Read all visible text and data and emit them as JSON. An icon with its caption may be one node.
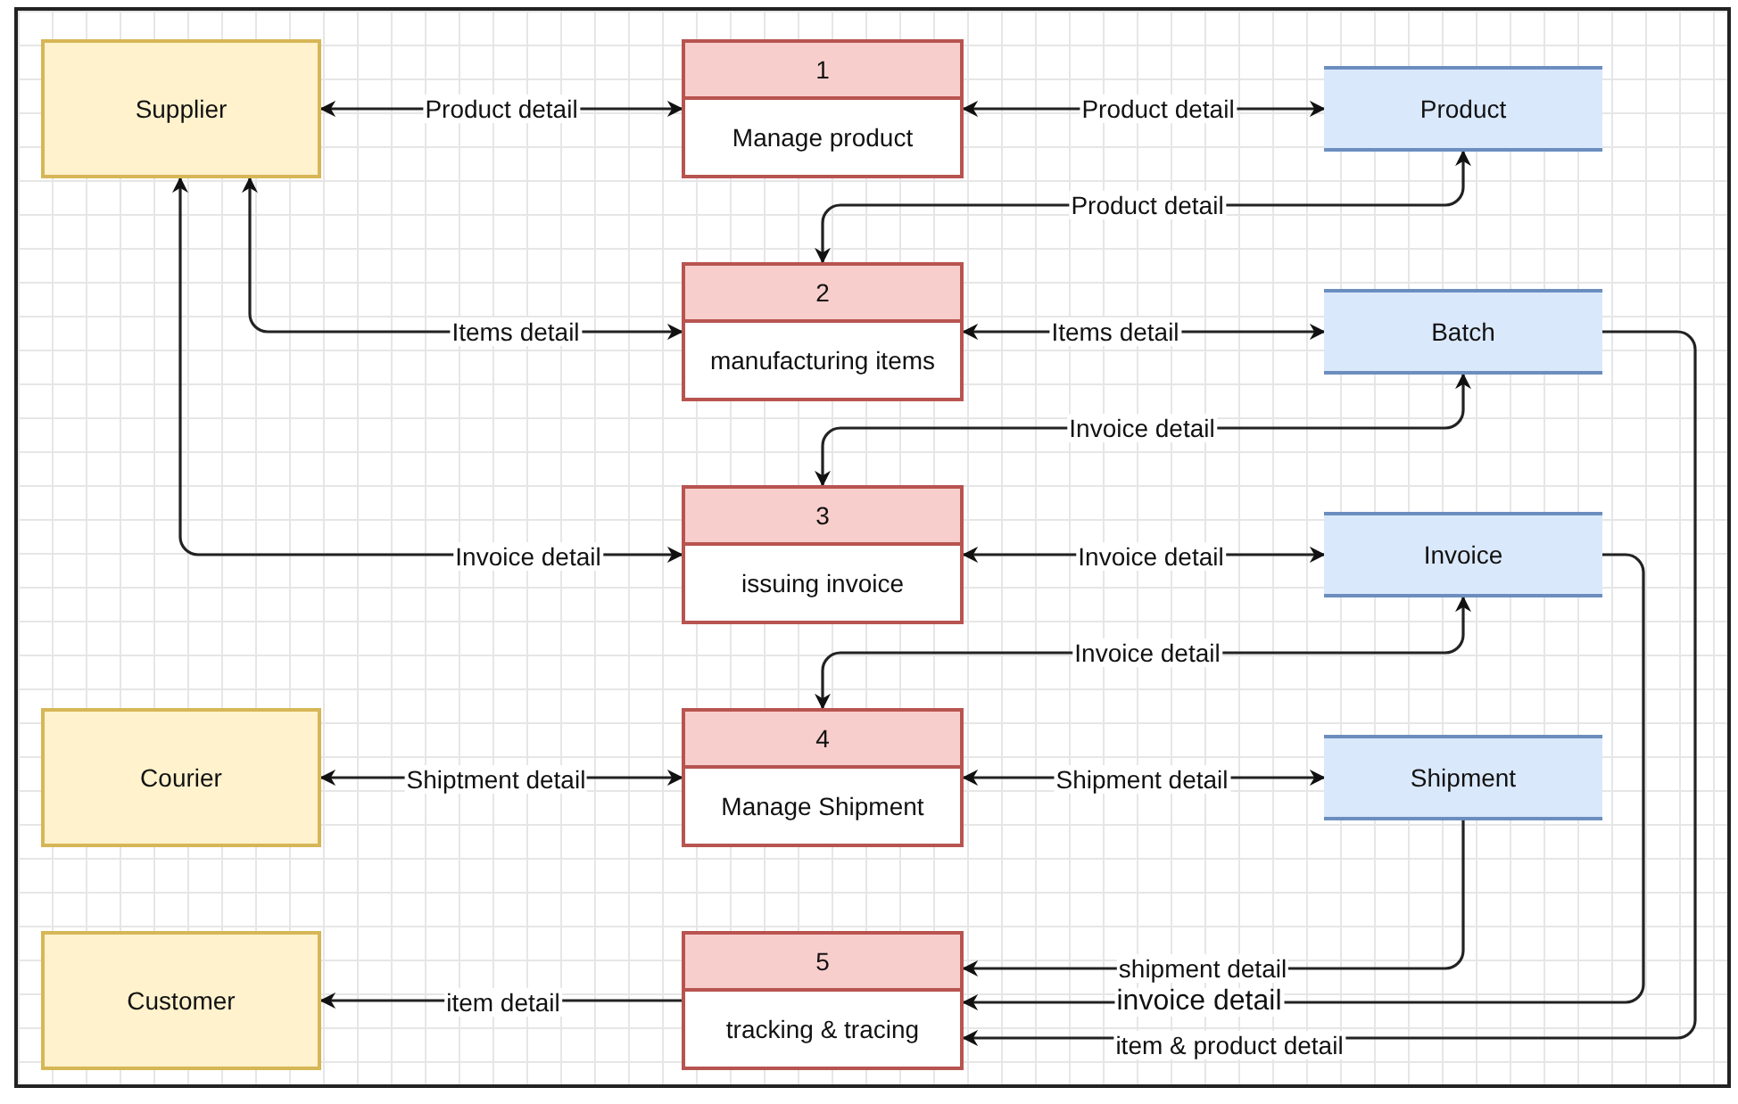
{
  "diagram": {
    "nodes": [
      {
        "text": [
          "Supplier"
        ]
      },
      {
        "text": [
          "1",
          "Manage product"
        ]
      },
      {
        "text": [
          "Product"
        ]
      },
      {
        "text": [
          "2",
          "manufacturing items"
        ]
      },
      {
        "text": [
          "Batch"
        ]
      },
      {
        "text": [
          "3",
          "issuing invoice"
        ]
      },
      {
        "text": [
          "Invoice"
        ]
      },
      {
        "text": [
          "Courier"
        ]
      },
      {
        "text": [
          "4",
          "Manage Shipment"
        ]
      },
      {
        "text": [
          "Shipment"
        ]
      },
      {
        "text": [
          "Customer"
        ]
      },
      {
        "text": [
          "5",
          "tracking & tracing"
        ]
      }
    ],
    "edges": [
      {
        "from": 0,
        "to": 1,
        "arrow": "both",
        "label": "Product detail"
      },
      {
        "from": 1,
        "to": 2,
        "arrow": "both",
        "label": "Product detail"
      },
      {
        "from": 3,
        "to": 2,
        "arrow": "both",
        "label": "Product detail"
      },
      {
        "from": 0,
        "to": 3,
        "arrow": "both",
        "label": "Items detail"
      },
      {
        "from": 3,
        "to": 4,
        "arrow": "both",
        "label": "Items detail"
      },
      {
        "from": 5,
        "to": 4,
        "arrow": "both",
        "label": "Invoice detail"
      },
      {
        "from": 0,
        "to": 5,
        "arrow": "both",
        "label": "Invoice detail"
      },
      {
        "from": 5,
        "to": 6,
        "arrow": "both",
        "label": "Invoice detail"
      },
      {
        "from": 8,
        "to": 6,
        "arrow": "both",
        "label": "Invoice detail"
      },
      {
        "from": 7,
        "to": 8,
        "arrow": "both",
        "label": "Shiptment detail"
      },
      {
        "from": 8,
        "to": 9,
        "arrow": "both",
        "label": "Shipment detail"
      },
      {
        "from": 9,
        "to": 11,
        "arrow": "to",
        "label": "shipment detail"
      },
      {
        "from": 6,
        "to": 11,
        "arrow": "to",
        "label": "invoice detail"
      },
      {
        "from": 4,
        "to": 11,
        "arrow": "to",
        "label": "item & product detail"
      },
      {
        "from": 11,
        "to": 10,
        "arrow": "to",
        "label": "item detail"
      }
    ]
  }
}
